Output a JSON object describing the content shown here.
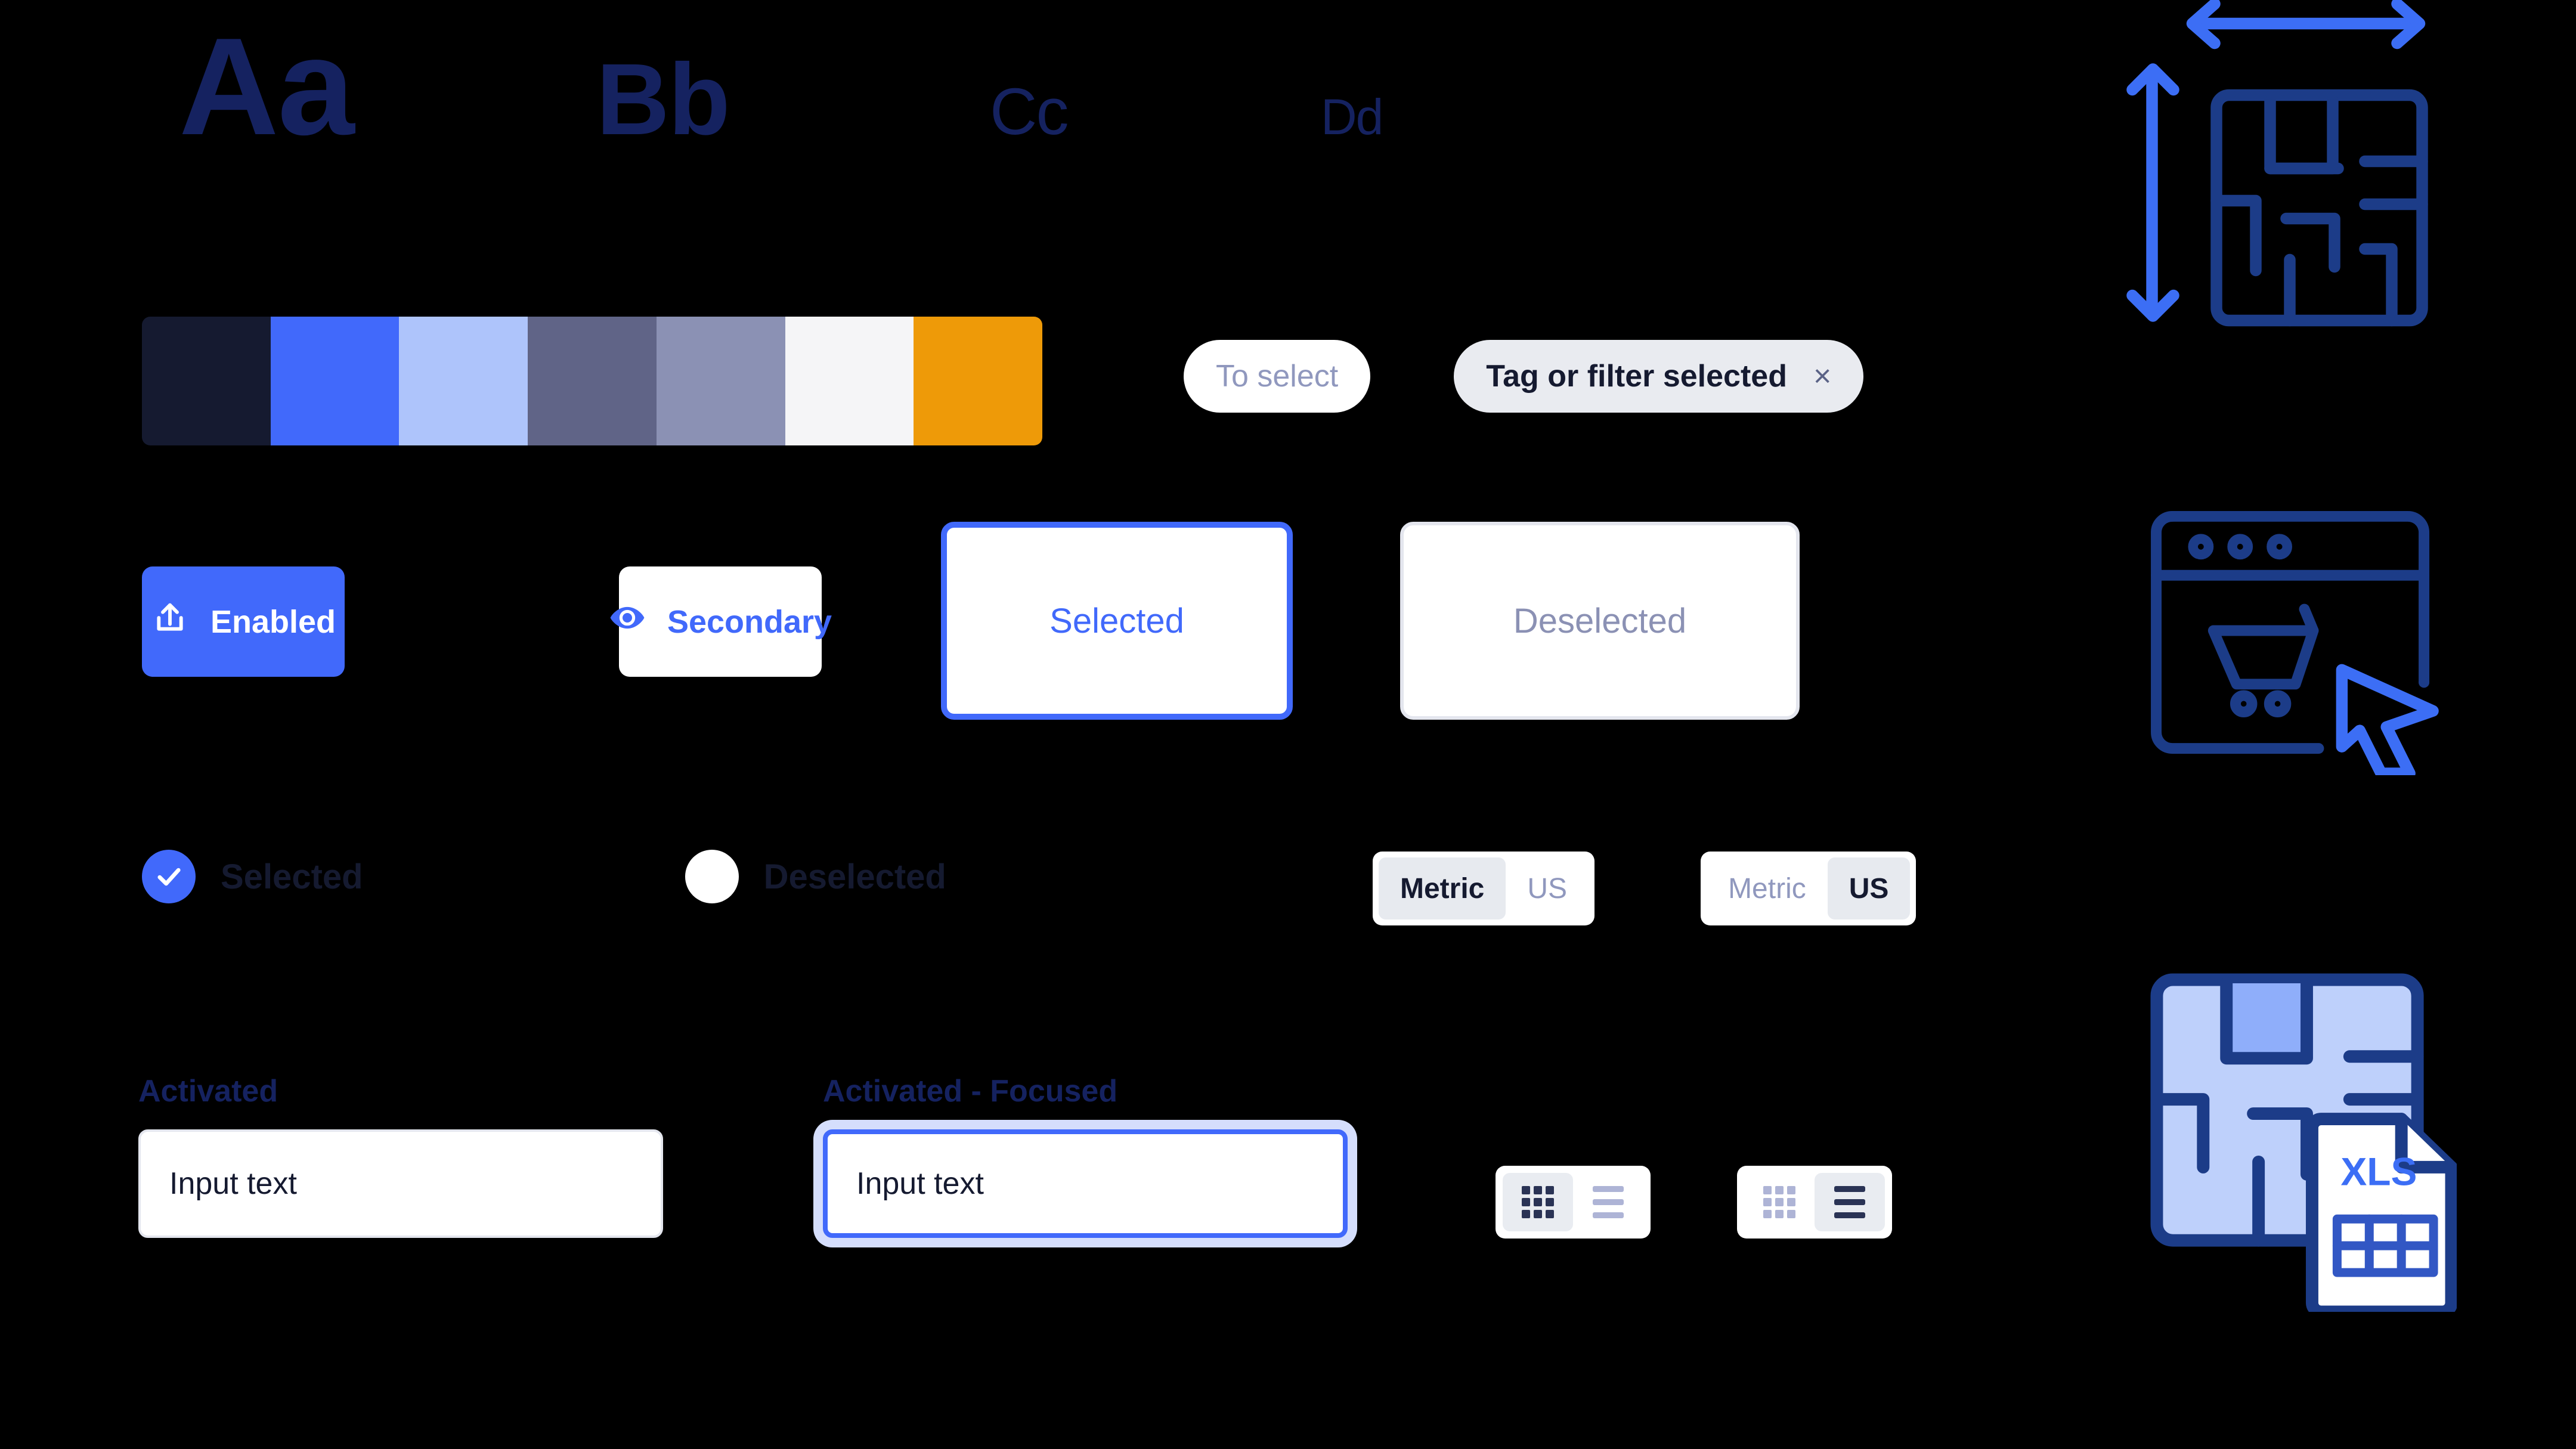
{
  "typography": {
    "specimens": [
      {
        "text": "Aa",
        "size_label": "display"
      },
      {
        "text": "Bb",
        "size_label": "heading"
      },
      {
        "text": "Cc",
        "size_label": "subheading"
      },
      {
        "text": "Dd",
        "size_label": "body"
      }
    ]
  },
  "palette": {
    "swatches": [
      {
        "name": "navy",
        "hex": "#151A30"
      },
      {
        "name": "blue",
        "hex": "#4169FB"
      },
      {
        "name": "light-blue",
        "hex": "#AEC4FB"
      },
      {
        "name": "slate",
        "hex": "#606487"
      },
      {
        "name": "slate-light",
        "hex": "#8B91B4"
      },
      {
        "name": "off-white",
        "hex": "#F5F5F7"
      },
      {
        "name": "orange",
        "hex": "#EE9A08"
      }
    ]
  },
  "chips": {
    "unselected_label": "To select",
    "selected_label": "Tag or filter selected",
    "close_glyph": "×"
  },
  "buttons": {
    "primary_label": "Enabled",
    "secondary_label": "Secondary",
    "card_selected_label": "Selected",
    "card_deselected_label": "Deselected"
  },
  "checkboxes": {
    "selected_label": "Selected",
    "deselected_label": "Deselected"
  },
  "unit_toggles": [
    {
      "name": "metric-active",
      "options": [
        {
          "label": "Metric",
          "active": true
        },
        {
          "label": "US",
          "active": false
        }
      ]
    },
    {
      "name": "us-active",
      "options": [
        {
          "label": "Metric",
          "active": false
        },
        {
          "label": "US",
          "active": true
        }
      ]
    }
  ],
  "fields": {
    "activated": {
      "label": "Activated",
      "value": "Input text",
      "placeholder": "Input text"
    },
    "activated_focused": {
      "label": "Activated - Focused",
      "value": "Input text",
      "placeholder": "Input text"
    }
  },
  "view_toggles": [
    {
      "name": "grid-active",
      "grid_active": true,
      "list_active": false
    },
    {
      "name": "list-active",
      "grid_active": false,
      "list_active": true
    }
  ],
  "illustrations": {
    "dimensions": {
      "name": "floor-plan-dimensions-icon"
    },
    "ecommerce": {
      "name": "browser-shopping-cart-cursor-icon"
    },
    "export_xls": {
      "name": "floor-plan-xls-export-icon",
      "file_label": "XLS"
    }
  },
  "colors": {
    "background": "#000000",
    "accent_blue": "#4169FB",
    "navy": "#151A30",
    "navy_text": "#152260",
    "muted": "#8B91B4",
    "surface": "#FFFFFF",
    "surface_alt": "#E9EBF0",
    "border": "#E4E6EE",
    "focus_ring": "#D5DEFC",
    "orange": "#EE9A08"
  }
}
